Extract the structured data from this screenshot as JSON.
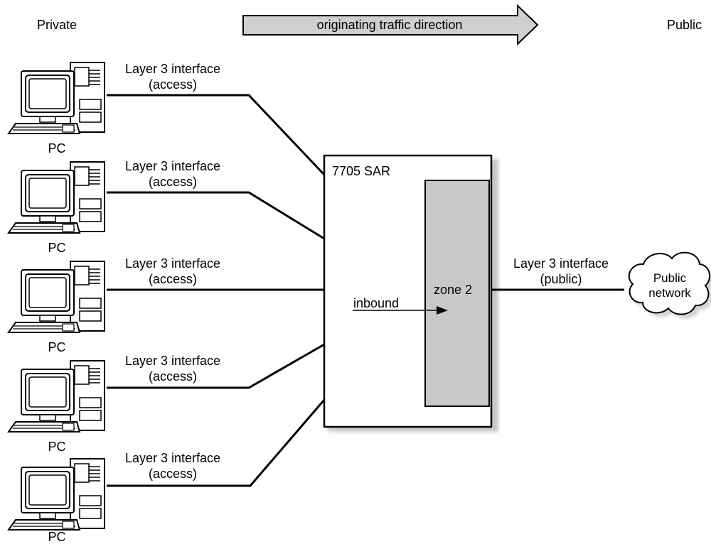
{
  "header": {
    "left_label": "Private",
    "right_label": "Public",
    "arrow_label": "originating traffic direction"
  },
  "pcs": [
    {
      "label": "PC",
      "interface": {
        "line1": "Layer 3 interface",
        "line2": "(access)"
      }
    },
    {
      "label": "PC",
      "interface": {
        "line1": "Layer 3 interface",
        "line2": "(access)"
      }
    },
    {
      "label": "PC",
      "interface": {
        "line1": "Layer 3 interface",
        "line2": "(access)"
      }
    },
    {
      "label": "PC",
      "interface": {
        "line1": "Layer 3 interface",
        "line2": "(access)"
      }
    },
    {
      "label": "PC",
      "interface": {
        "line1": "Layer 3 interface",
        "line2": "(access)"
      }
    }
  ],
  "router": {
    "label": "7705 SAR",
    "zone_label": "zone 2",
    "inbound_label": "inbound"
  },
  "public_interface": {
    "line1": "Layer 3 interface",
    "line2": "(public)"
  },
  "cloud": {
    "line1": "Public",
    "line2": "network"
  },
  "colors": {
    "shade": "#c8c8c8",
    "arrow_fill": "#cfcfcf",
    "line": "#000000"
  }
}
